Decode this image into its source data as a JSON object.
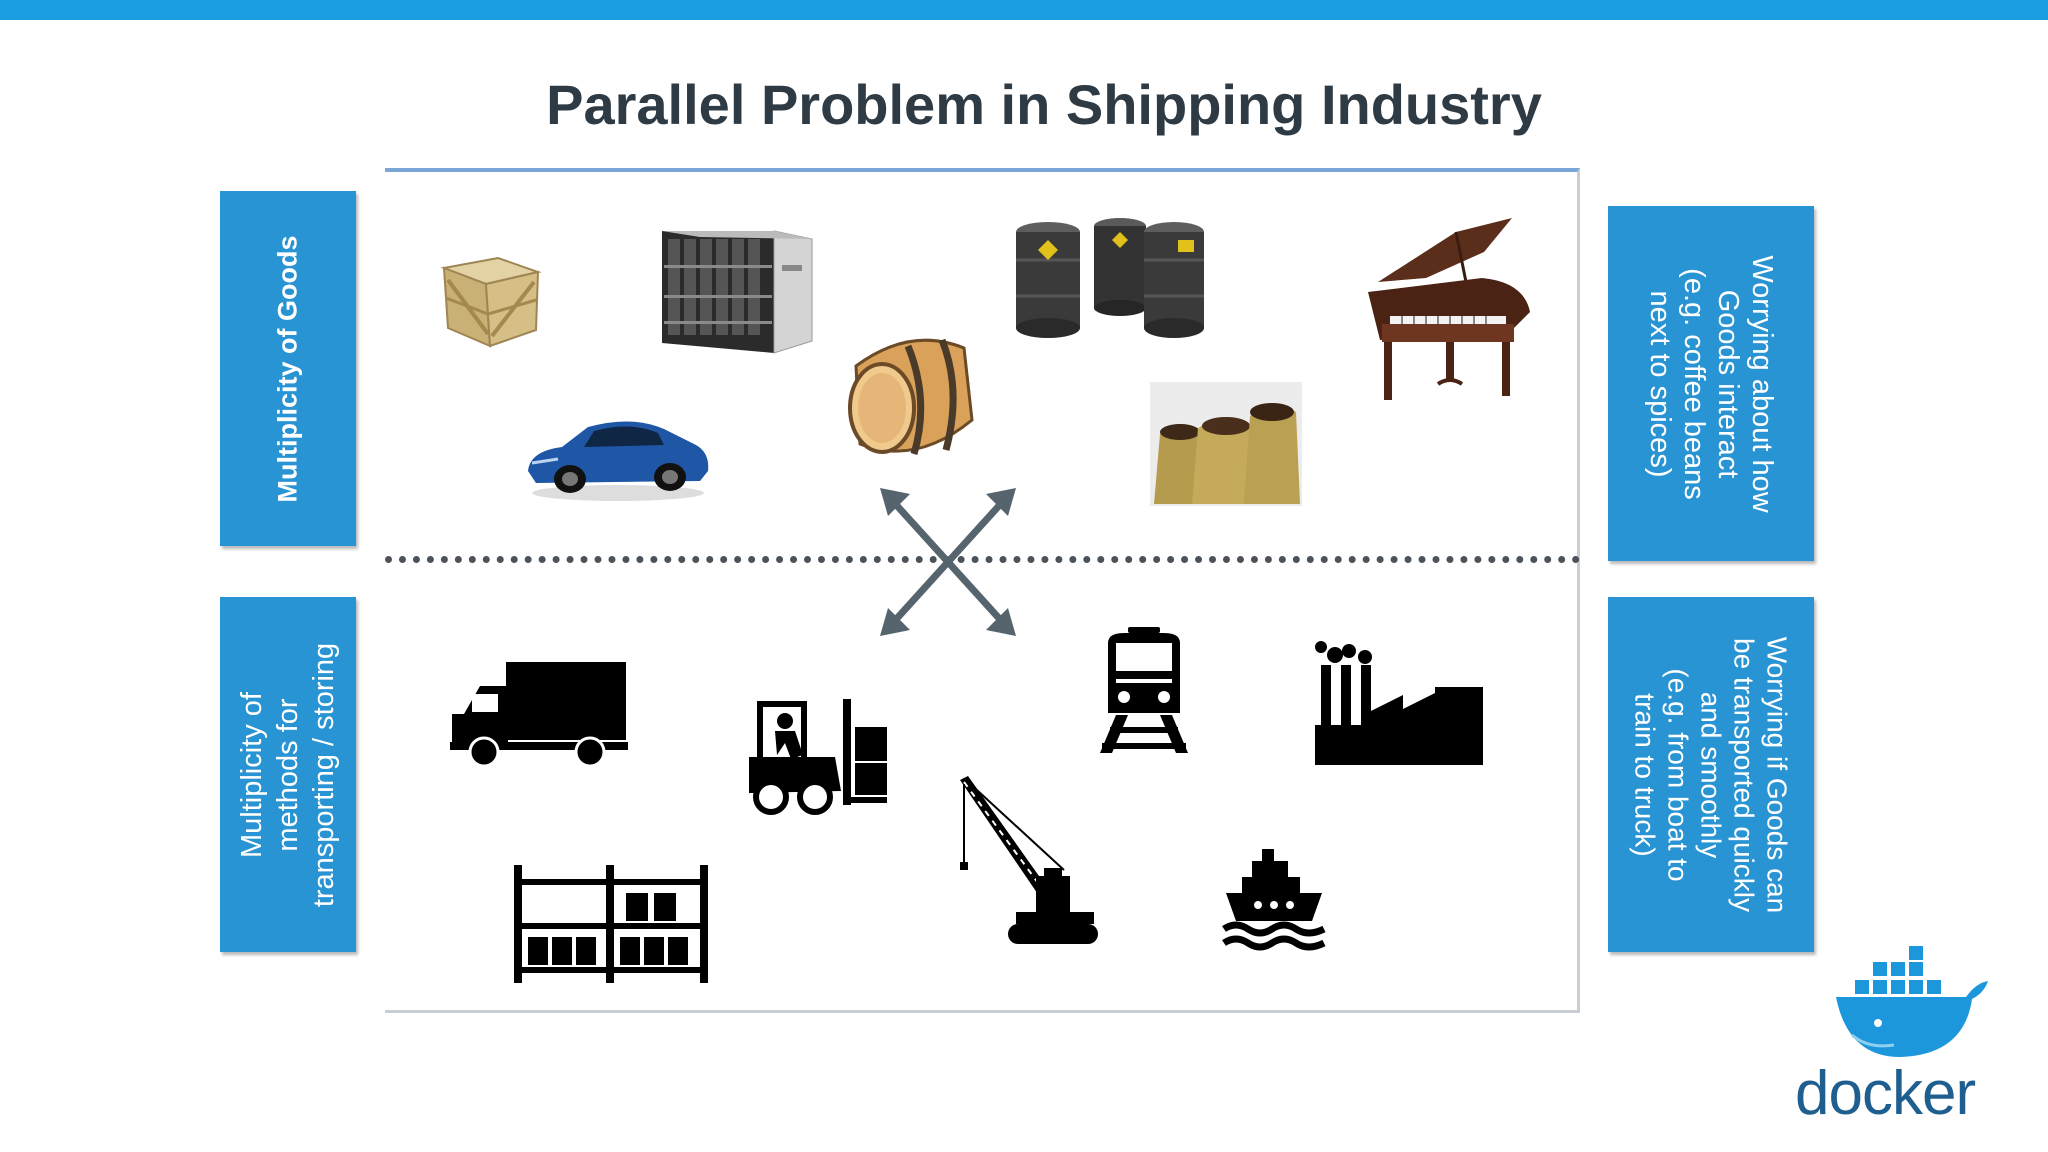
{
  "title": "Parallel Problem in Shipping Industry",
  "left_boxes": {
    "goods": "Multiplicity of Goods",
    "methods": [
      "Multiplicity of",
      "methods for",
      "transporting / storing"
    ]
  },
  "right_boxes": {
    "goods_interaction": [
      "Worrying about how",
      "Goods interact",
      "(e.g. coffee beans",
      "next to spices)"
    ],
    "transport": [
      "Worrying if Goods can",
      "be transported quickly",
      "and smoothly",
      "(e.g. from boat to",
      "train to truck)"
    ]
  },
  "logo": {
    "wordmark": "docker"
  },
  "colors": {
    "accent": "#1b9de2",
    "box": "#2994d3",
    "title": "#2e3a44",
    "arrow": "#56646e",
    "logo": "#1f5f8f"
  },
  "icons": [
    "crate-icon",
    "server-rack-icon",
    "barrel-icon",
    "oil-drums-icon",
    "piano-icon",
    "car-icon",
    "coffee-sacks-icon",
    "cross-arrows-icon",
    "truck-icon",
    "forklift-icon",
    "train-icon",
    "factory-icon",
    "crane-icon",
    "warehouse-shelves-icon",
    "cargo-ship-icon",
    "docker-whale-icon"
  ]
}
